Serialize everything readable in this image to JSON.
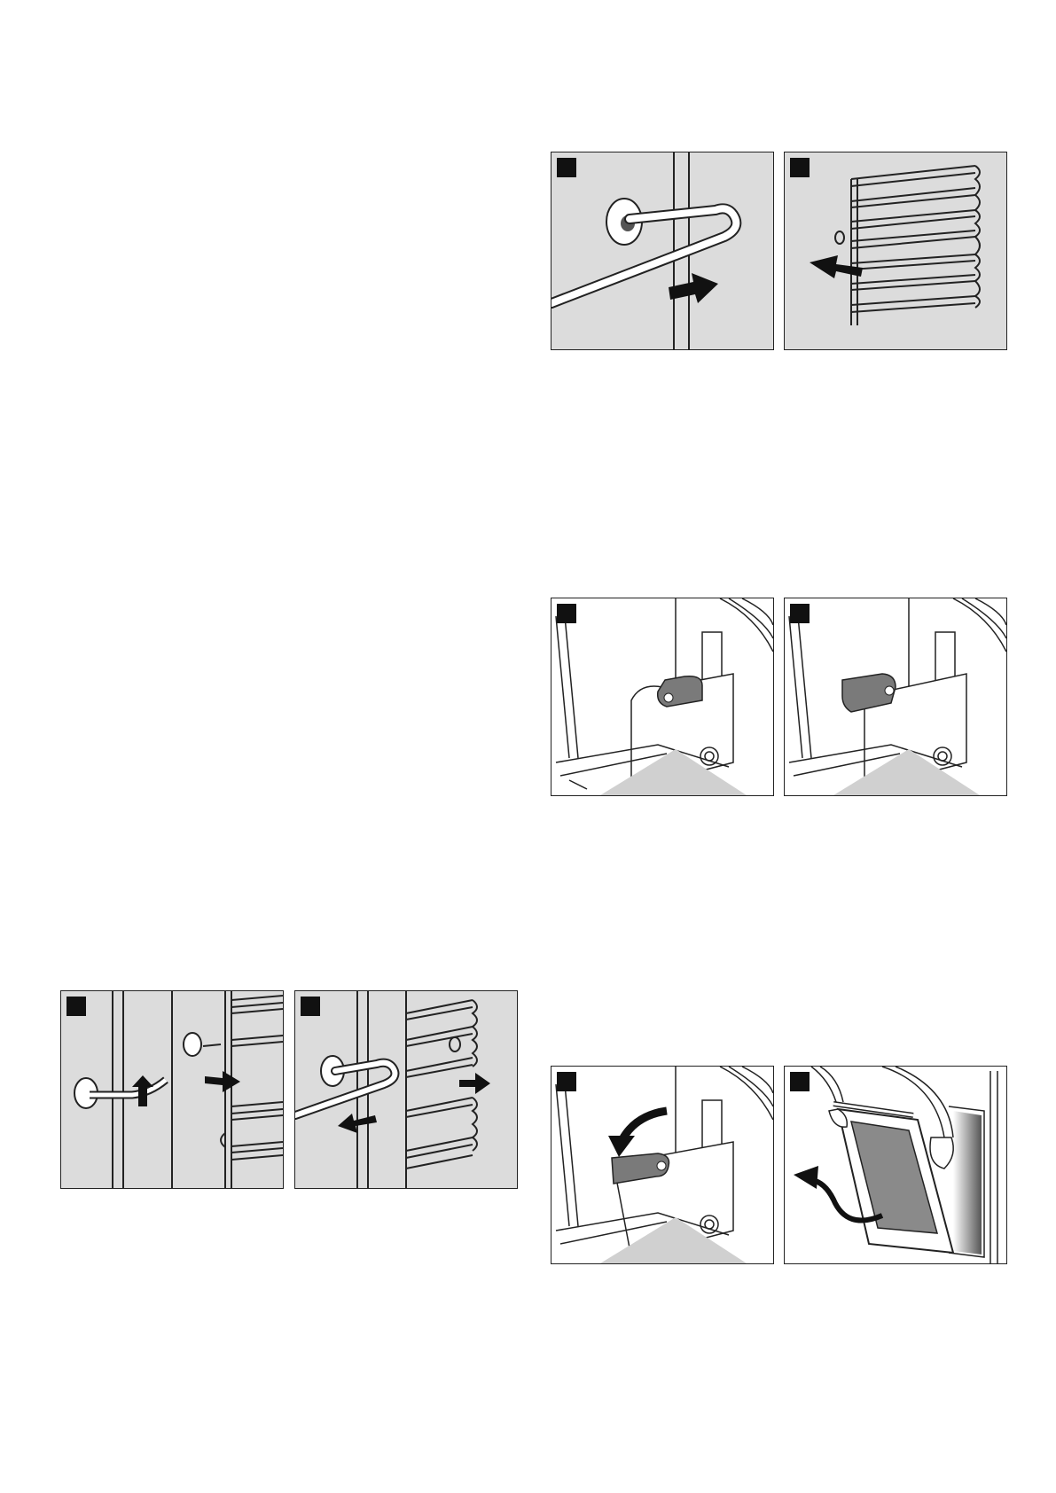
{
  "figures": [
    {
      "id": "f1",
      "icon": "hook-rail-remove-step1",
      "background": "#dcdcdc"
    },
    {
      "id": "f2",
      "icon": "shelf-rack-remove-step2",
      "background": "#dcdcdc"
    },
    {
      "id": "f3",
      "icon": "hinge-lever-open",
      "background": "#ffffff"
    },
    {
      "id": "f4",
      "icon": "hinge-lever-closed",
      "background": "#ffffff"
    },
    {
      "id": "f5",
      "icon": "hook-rail-insert-step1",
      "background": "#dcdcdc"
    },
    {
      "id": "f6",
      "icon": "shelf-rack-insert-step2",
      "background": "#dcdcdc"
    },
    {
      "id": "f7",
      "icon": "hinge-lever-fold",
      "background": "#ffffff"
    },
    {
      "id": "f8",
      "icon": "oven-door-lift-off",
      "background": "#ffffff"
    }
  ],
  "colors": {
    "line": "#222222",
    "panel": "#dcdcdc",
    "lever": "#7a7a7a",
    "badge": "#111111"
  }
}
